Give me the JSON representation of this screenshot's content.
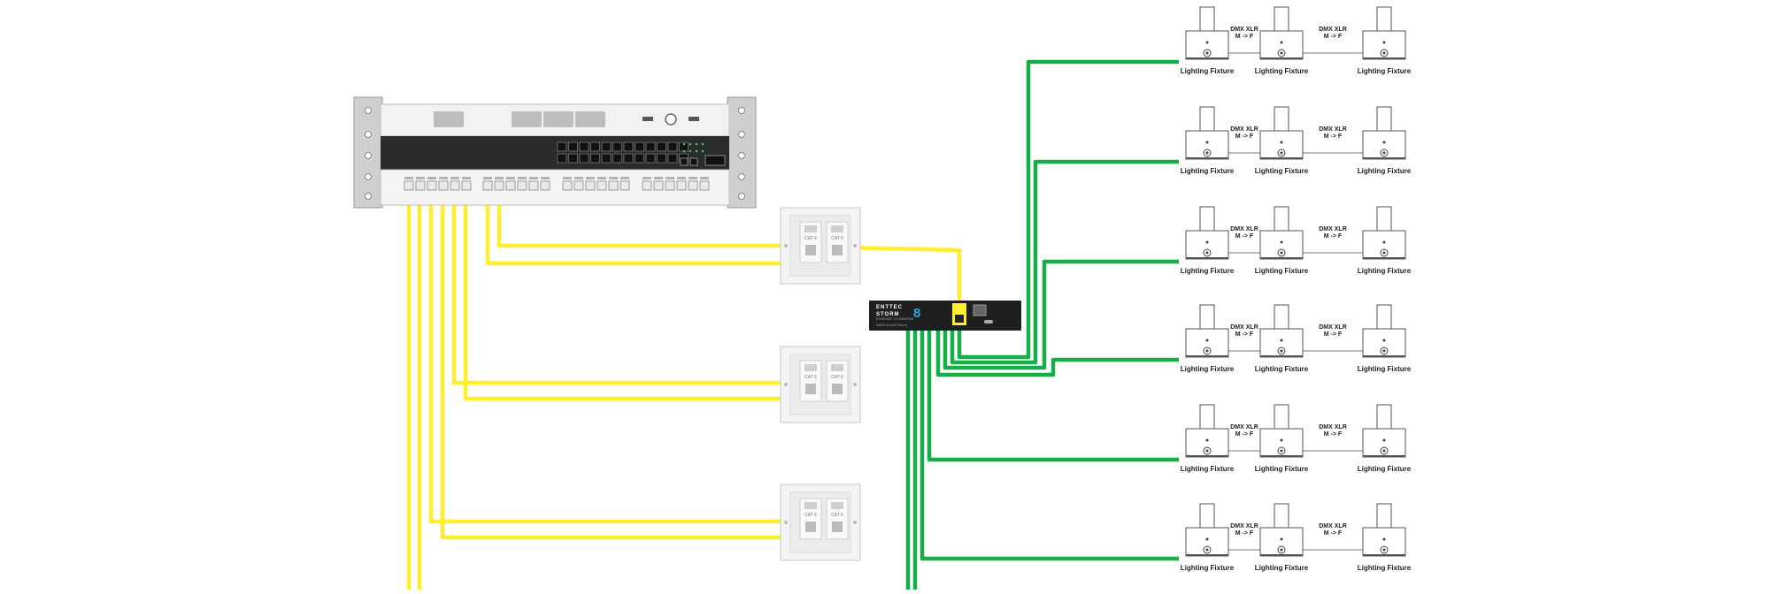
{
  "colors": {
    "ethernet_cable": "#ffee2e",
    "dmx_cable": "#16ad4a",
    "rack_dark": "#2b2b2b",
    "panel_white": "#f4f4f4",
    "node_body": "#1f1f1f",
    "node_accent": "#2ea7e0"
  },
  "rack": {
    "name": "network-rack",
    "switch_ports_per_row": 12,
    "patch_groups": 4
  },
  "wall_plates": {
    "count": 3,
    "jack_1_label": "CAT 6",
    "jack_2_label": "CAT 6"
  },
  "node": {
    "brand_top": "ENTTEC",
    "brand_main": "STORM",
    "brand_sub": "ETHERNET TO DMX/RDM",
    "model_number": "8",
    "footnote": "MADE IN AUSTRALIA",
    "icon": "ethernet-port-icon"
  },
  "fixtures": {
    "rows": 6,
    "per_row": 3,
    "label": "Lighting Fixture",
    "connector_label_line1": "DMX XLR",
    "connector_label_line2": "M -> F"
  }
}
